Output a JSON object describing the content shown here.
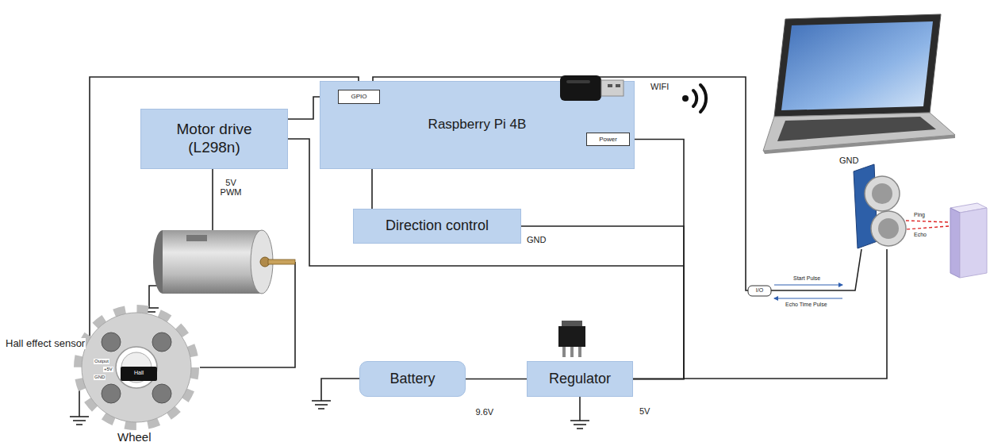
{
  "diagram": {
    "nodes": [
      {
        "text": [
          "Motor drive (L298n)"
        ]
      },
      {
        "text": [
          "Raspberry Pi 4B"
        ]
      },
      {
        "text": [
          "GPIO"
        ],
        "in": 1
      },
      {
        "text": [
          "Power"
        ],
        "in": 1
      },
      {
        "text": [
          "Direction control"
        ]
      },
      {
        "text": [
          "Battery"
        ]
      },
      {
        "text": [
          "Regulator"
        ]
      }
    ],
    "edges": [
      {
        "from": 0,
        "to": 2,
        "arrow": "none"
      },
      {
        "from": 2,
        "to": 4,
        "arrow": "none"
      },
      {
        "from": 5,
        "to": 6,
        "label": "9.6V",
        "arrow": "none"
      },
      {
        "from": 6,
        "to": 3,
        "arrow": "none"
      },
      {
        "from": 6,
        "to": 4,
        "arrow": "none"
      },
      {
        "from": 6,
        "to": 0,
        "arrow": "none"
      }
    ],
    "labels": [
      "WIFI",
      "5V PWM",
      "GND",
      "GND",
      "5V",
      "Hall effect sensor",
      "Wheel",
      "Hall",
      "Output",
      "+5V",
      "GND",
      "Ping",
      "Echo",
      "Start Pulse",
      "Echo Time Pulse",
      "I/O"
    ]
  }
}
